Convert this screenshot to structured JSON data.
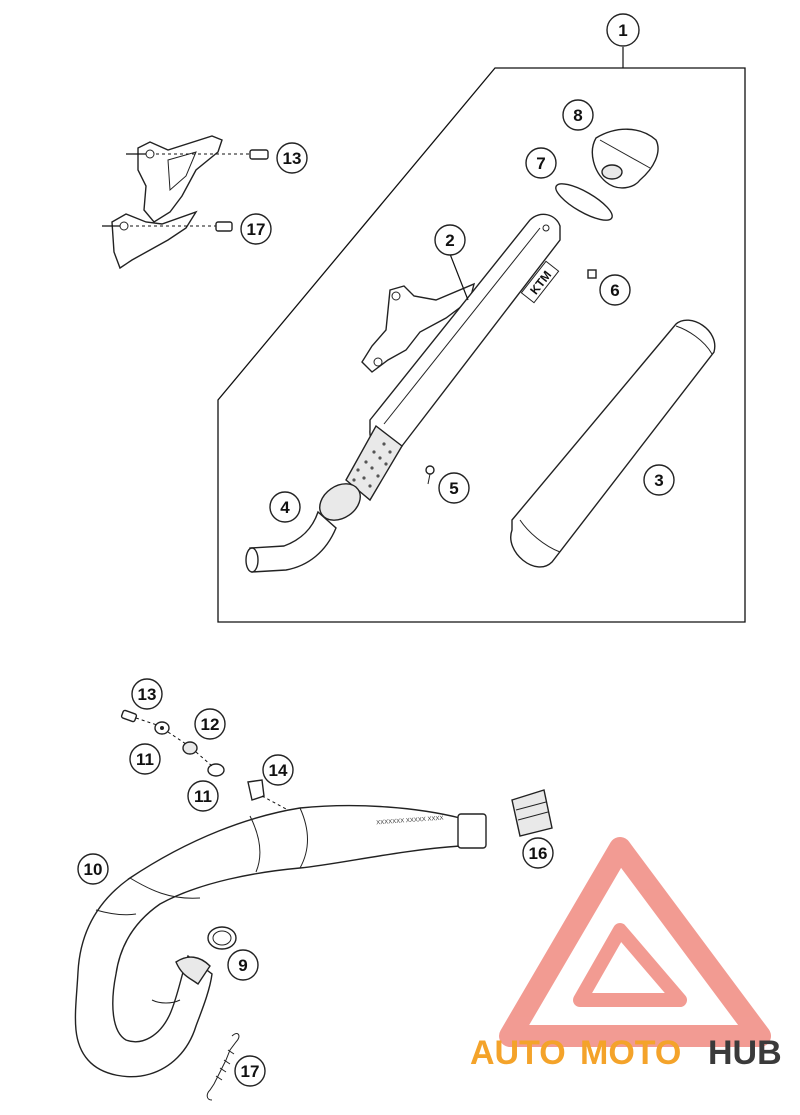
{
  "diagram": {
    "callouts": {
      "c1": "1",
      "c2": "2",
      "c3": "3",
      "c4": "4",
      "c5": "5",
      "c6": "6",
      "c7": "7",
      "c8": "8",
      "c13_top": "13",
      "c17_top": "17",
      "c13_bottom": "13",
      "c12": "12",
      "c11_a": "11",
      "c11_b": "11",
      "c14": "14",
      "c10": "10",
      "c16": "16",
      "c9": "9",
      "c17_bottom": "17"
    },
    "muffler_logo": "KTM",
    "pipe_marking": "XXXXXXX XXXXX XXXX"
  },
  "watermark": {
    "part1": "AUTO",
    "part2": "MOTO",
    "part3": "HUB",
    "color_light": "#f4a32a",
    "color_dark": "#3a3a3a",
    "logo_color": "#f08a80"
  }
}
